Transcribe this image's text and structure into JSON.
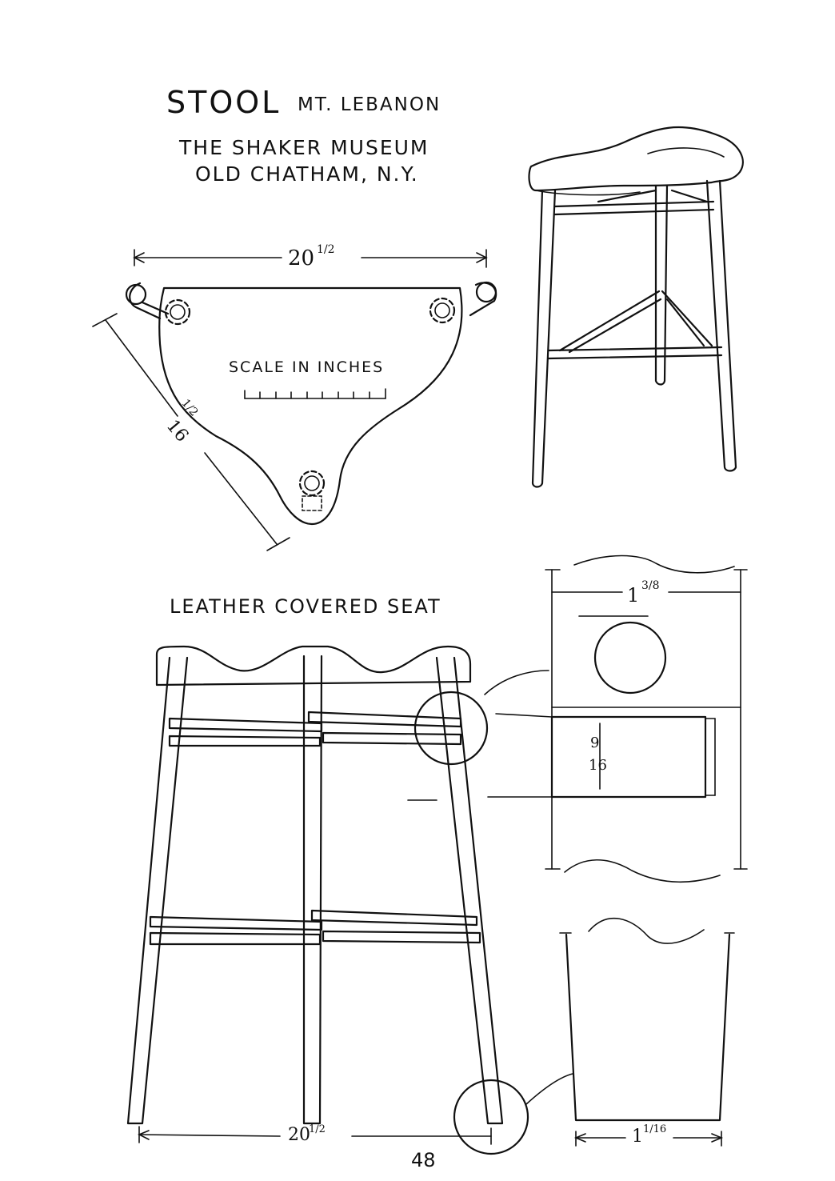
{
  "title": {
    "main": "STOOL",
    "location": "MT. LEBANON",
    "museum_line1": "THE SHAKER MUSEUM",
    "museum_line2": "OLD CHATHAM, N.Y."
  },
  "seat_plan": {
    "width_dim": "20",
    "width_frac": "1/2",
    "side_dim": "16",
    "side_frac": "1/2",
    "scale_label": "SCALE IN INCHES"
  },
  "front_view": {
    "label": "LEATHER COVERED SEAT",
    "base_dim": "20",
    "base_frac": "1/2"
  },
  "details": {
    "top_width": "1",
    "top_frac": "3/8",
    "mortise_depth_num": "9",
    "mortise_depth_den": "16",
    "foot_width": "1",
    "foot_frac": "1/16"
  },
  "page_number": "48"
}
